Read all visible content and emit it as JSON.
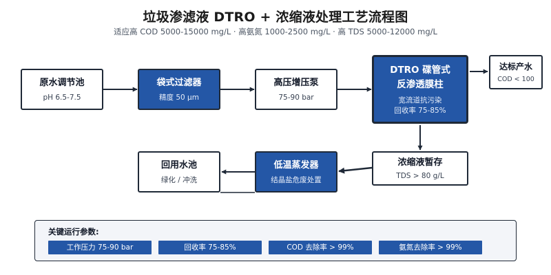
{
  "header": {
    "title": "垃圾渗滤液 DTRO + 浓缩液处理工艺流程图",
    "subtitle": "适应高 COD 5000-15000 mg/L · 高氨氮 1000-2500 mg/L · 高 TDS 5000-12000 mg/L"
  },
  "nodes": {
    "source": {
      "name": "原水调节池",
      "sub": "pH 6.5-7.5"
    },
    "bag": {
      "name": "袋式过滤器",
      "sub": "精度 50 μm"
    },
    "pump": {
      "name": "高压增压泵",
      "sub": "75-90 bar"
    },
    "dtro": {
      "name_line1": "DTRO 碟管式",
      "name_line2": "反渗透膜柱",
      "sub_line1": "宽流道抗污染",
      "sub_line2": "回收率 75-85%"
    },
    "standard": {
      "name": "达标产水",
      "sub": "COD < 100"
    },
    "conc": {
      "name": "浓缩液暂存",
      "sub": "TDS > 80 g/L"
    },
    "evap": {
      "name": "低温蒸发器",
      "sub": "结晶盐危废处置"
    },
    "reuse": {
      "name": "回用水池",
      "sub": "绿化 / 冲洗"
    }
  },
  "params": {
    "title": "关键运行参数:",
    "items": [
      "工作压力 75-90 bar",
      "回收率 75-85%",
      "COD 去除率 > 99%",
      "氨氮去除率 > 99%"
    ]
  },
  "colors": {
    "primary": "#2457a6",
    "stroke": "#1f2937",
    "panel": "#f3f5f9"
  }
}
